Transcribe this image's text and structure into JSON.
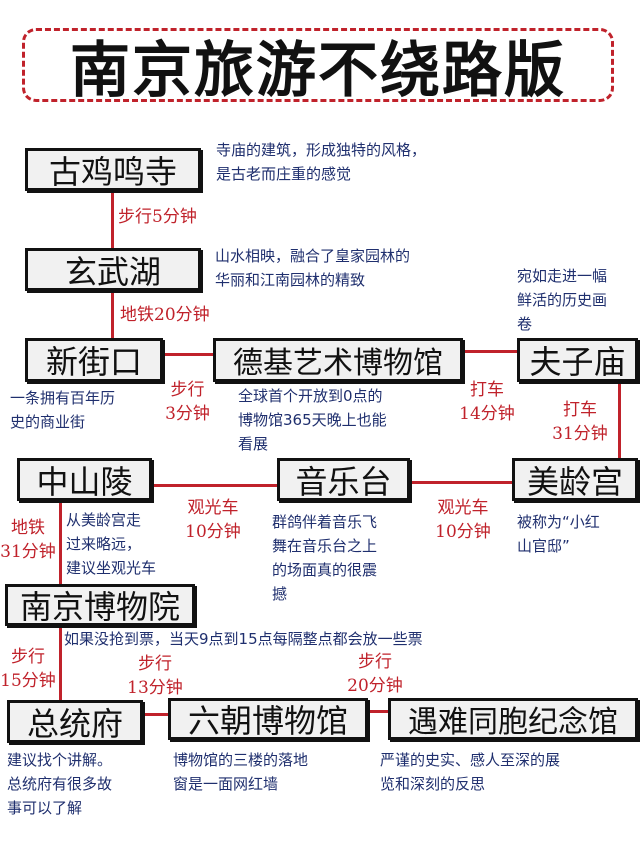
{
  "title": "南京旅游不绕路版",
  "nodes": {
    "jiming": {
      "name": "古鸡鸣寺",
      "desc": [
        "寺庙的建筑，形成独特的风格，",
        "是古老而庄重的感觉"
      ]
    },
    "xuanwu": {
      "name": "玄武湖",
      "desc": [
        "山水相映，融合了皇家园林的",
        "华丽和江南园林的精致"
      ]
    },
    "xinjiekou": {
      "name": "新街口",
      "desc": [
        "一条拥有百年历",
        "史的商业街"
      ]
    },
    "deji": {
      "name": "德基艺术博物馆",
      "desc": [
        "全球首个开放到0点的",
        "博物馆365天晚上也能",
        "看展"
      ]
    },
    "fuzimiao": {
      "name": "夫子庙",
      "desc": [
        "宛如走进一幅",
        "鲜活的历史画",
        "卷"
      ]
    },
    "zhongshanling": {
      "name": "中山陵",
      "desc": [
        "从美龄宫走",
        "过来略远，",
        "建议坐观光车"
      ]
    },
    "yinyuetai": {
      "name": "音乐台",
      "desc": [
        "群鸽伴着音乐飞",
        "舞在音乐台之上",
        "的场面真的很震",
        "撼"
      ]
    },
    "meilinggong": {
      "name": "美龄宫",
      "desc": [
        "被称为“小红",
        "山官邸”"
      ]
    },
    "nanbo": {
      "name": "南京博物院",
      "desc": [
        "如果没抢到票，当天9点到15点每隔整点都会放一些票"
      ]
    },
    "zongtongfu": {
      "name": "总统府",
      "desc": [
        "建议找个讲解。",
        "总统府有很多故",
        "事可以了解"
      ]
    },
    "liuchao": {
      "name": "六朝博物馆",
      "desc": [
        "博物馆的三楼的落地",
        "窗是一面网红墙"
      ]
    },
    "yunan": {
      "name": "遇难同胞纪念馆",
      "desc": [
        "严谨的史实、感人至深的展",
        "览和深刻的反思"
      ]
    }
  },
  "edges": [
    [
      "步行5分钟"
    ],
    [
      "地铁20分钟"
    ],
    [
      "步行",
      "3分钟"
    ],
    [
      "打车",
      "14分钟"
    ],
    [
      "打车",
      "31分钟"
    ],
    [
      "观光车",
      "10分钟"
    ],
    [
      "观光车",
      "10分钟"
    ],
    [
      "地铁",
      "31分钟"
    ],
    [
      "步行",
      "15分钟"
    ],
    [
      "步行",
      "13分钟"
    ],
    [
      "步行",
      "20分钟"
    ]
  ],
  "colors": {
    "accent": "#c0222b",
    "desc": "#1f2f6e"
  }
}
